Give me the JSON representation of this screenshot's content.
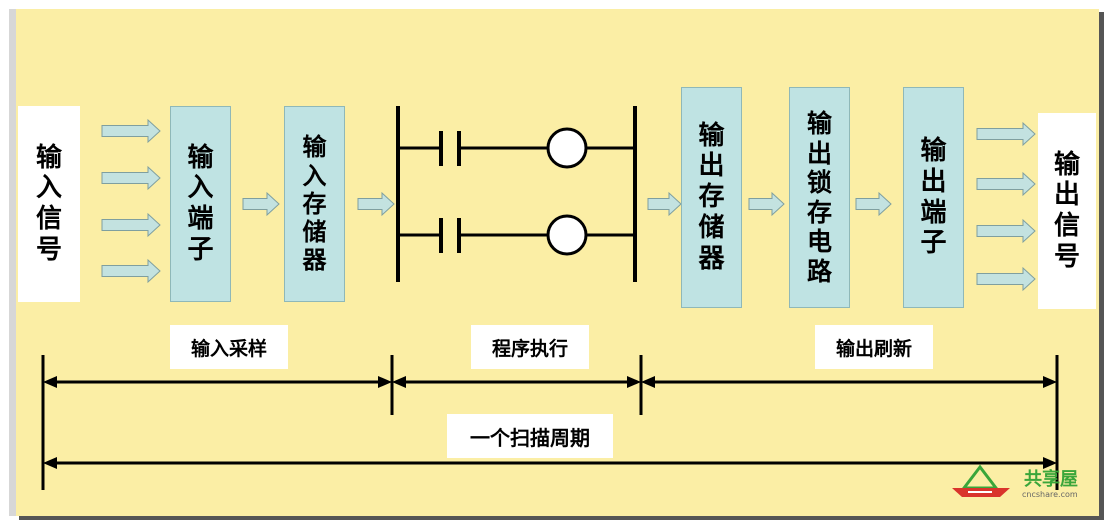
{
  "colors": {
    "background": "#fbeea5",
    "box_fill": "#bfe3e3",
    "arrow_fill": "#c3e2e0",
    "line": "#000000",
    "logo_green": "#3aa63a",
    "logo_red": "#d9342b"
  },
  "blocks": {
    "input_signal": "输入信号",
    "input_terminal": "输入端子",
    "input_storage": "输入存储器",
    "output_storage": "输出存储器",
    "output_latch": "输出锁存电路",
    "output_terminal": "输出端子",
    "output_signal": "输出信号"
  },
  "phases": {
    "input_sampling": "输入采样",
    "program_execution": "程序执行",
    "output_refresh": "输出刷新",
    "scan_cycle": "一个扫描周期"
  },
  "ladder": {
    "rungs": 2,
    "element": "contact-coil"
  },
  "logo": {
    "name": "共享屋",
    "domain": "cncshare.com",
    "icon": "triangle-logo-icon"
  }
}
